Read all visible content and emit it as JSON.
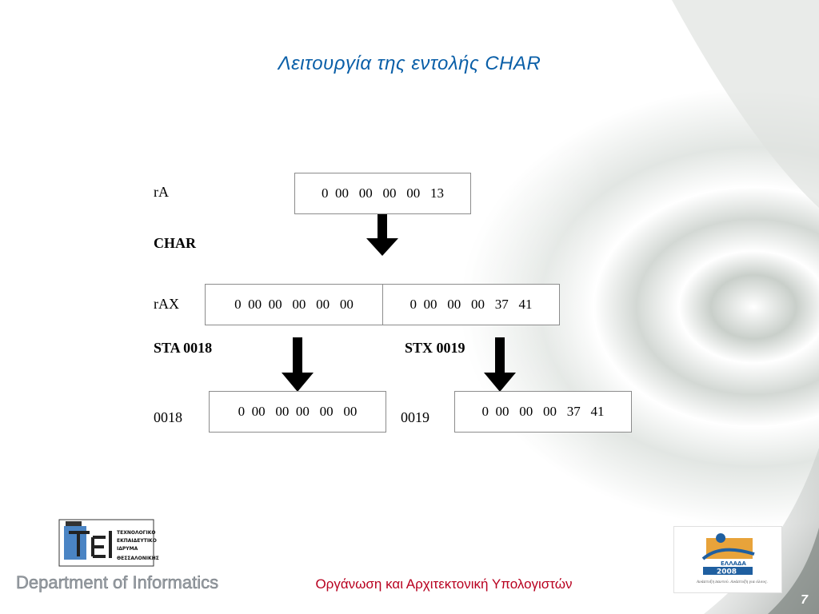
{
  "slide": {
    "title": "Λειτουργία της εντολής CHAR",
    "footer": "Οργάνωση και Αρχιτεκτονική Υπολογιστών",
    "page_number": "7"
  },
  "diagram": {
    "ra_label": "rA",
    "ra_value": "0  00   00   00   00   13",
    "char_label": "CHAR",
    "rax_label": "rAX",
    "rax_left": "0  00  00   00   00   00",
    "rax_right": "0  00   00   00   37   41",
    "sta_label": "STA 0018",
    "stx_label": "STX 0019",
    "addr_0018": "0018",
    "mem_0018_value": "0  00   00  00   00   00",
    "addr_0019": "0019",
    "mem_0019_value": "0  00   00   00   37   41"
  },
  "logos": {
    "tei_text": [
      "ΤΕΧΝΟΛΟΓΙΚΟ",
      "ΕΚΠΑΙΔΕΥΤΙΚΟ",
      "ΙΔΡΥΜΑ",
      "ΘΕΣΣΑΛΟΝΙΚΗΣ"
    ],
    "department": "Department of Informatics",
    "greece_name": "ΕΛΛΑΔΑ",
    "greece_year": "2008",
    "greece_tagline": "Ανάπτυξη παντού. Ανάπτυξη για όλους."
  },
  "colors": {
    "title": "#0a5fa8",
    "footer": "#b8001f",
    "swirl_light": "#e9ece9",
    "swirl_mid": "#c8cec9",
    "swirl_dark": "#8f9691"
  }
}
